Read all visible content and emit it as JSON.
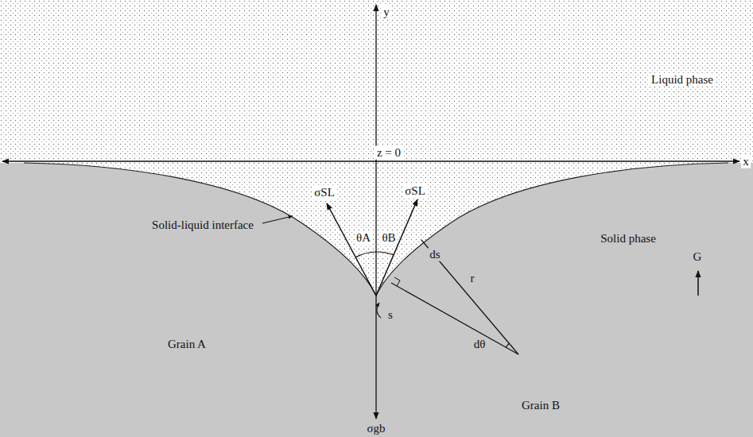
{
  "diagram": {
    "labels": [
      "y",
      "x",
      "z = 0",
      "Liquid phase",
      "Solid phase",
      "G",
      "Solid-liquid interface",
      "σSL",
      "σSL",
      "θA",
      "θB",
      "ds",
      "r",
      "dθ",
      "s",
      "Grain A",
      "Grain B",
      "σgb"
    ]
  }
}
